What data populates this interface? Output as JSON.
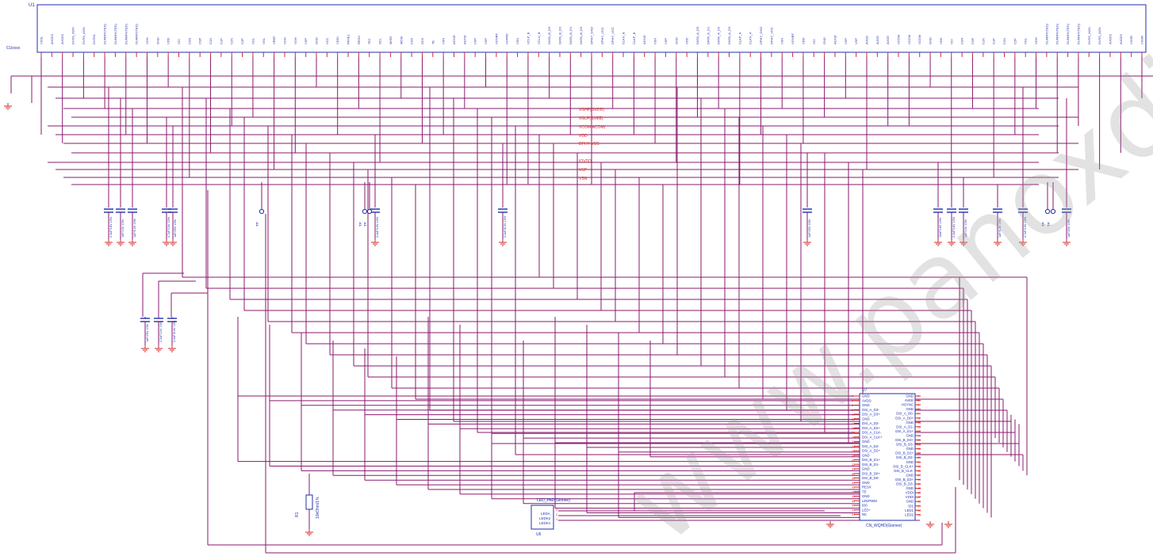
{
  "header_u1": {
    "ref": "U1",
    "part": "CUxxxx"
  },
  "u1_pins_left": [
    "VSSL",
    "AVDD2",
    "AVDD2",
    "DVSS_AON",
    "DVSS_AON",
    "DVSSL",
    "DUMMY(TED)",
    "DUMMY(TED)",
    "DUMMY(TED)",
    "DUMMY(TED)",
    "VGH",
    "GND",
    "VDD",
    "VCI",
    "CSN",
    "CSP",
    "C1N",
    "C1P",
    "C2N",
    "C2P",
    "VGL",
    "VGL",
    "VREF",
    "VGH",
    "VGH",
    "VSP",
    "GND",
    "VCC",
    "VDDI",
    "PANEL",
    "RESX",
    "TE2",
    "SCL",
    "MISO",
    "MOSI",
    "CSX",
    "DCX",
    "TE",
    "VSN",
    "AGND",
    "AGND",
    "VSP",
    "VSP",
    "VGNRF",
    "VGPRF"
  ],
  "u1_pins_mid": [
    "VSN",
    "VCLP_B",
    "VCLN_B",
    "DATA_B_D3",
    "DATA_B_D2",
    "DATA_B_D1",
    "DATA_B_D0",
    "DPHY_GND",
    "DPHY_VCC",
    "DPHY_VCC",
    "CLKN_B",
    "CLKP_B",
    "AGND",
    "VSN",
    "VSP",
    "GND",
    "VDD",
    "DATA_A_D0",
    "DATA_A_D1",
    "DATA_A_D2",
    "DATA_A_D3",
    "CLKP_A",
    "CLKN_A",
    "DPHY_GND",
    "DPHY_VCC",
    "VSN",
    "VGNRF",
    "VDD",
    "VCI",
    "GND"
  ],
  "u1_pins_right": [
    "AGND",
    "VSP",
    "VSP",
    "AVDD",
    "AVDD",
    "AVDD",
    "VCOM",
    "VCOM",
    "VCOM",
    "GND",
    "VDD",
    "VCI",
    "CSN",
    "CSP",
    "C1N",
    "C1P",
    "C2N",
    "C2P",
    "VGL",
    "VGH",
    "DUMMY(TEG)",
    "DUMMY(TEG)",
    "DUMMY(TEG)",
    "DUMMY(TEG)",
    "DVSS_AON",
    "DVSS_AON",
    "AVDD2",
    "AVDD2",
    "VSSR",
    "VSSR"
  ],
  "net_labels": [
    "VGHP(GVDD)",
    "VGLP(GVEE)",
    "VCOM(ACOM)",
    "VDD",
    "DPHY VCC",
    "IOVDD",
    "VSP",
    "VSN"
  ],
  "cap_values": [
    "2.2uF/16V 10%",
    "1uF/10V 10%",
    "1uF/6.3V 10%",
    "4.7uF/10V 10%",
    "1uF/25V 10%",
    "2.2uF/10V 10%",
    "2.2uF/6.3V 10%",
    "1uF/25V 10%",
    "10uF/16V 10%"
  ],
  "testpoint_label": "TP",
  "u7": {
    "ref": "U7",
    "part": "CN_WQHD(Gionee)",
    "left_pins": [
      "GND",
      "AVDD",
      "GND",
      "DSI_A_D3-",
      "DSI_A_D3+",
      "GND",
      "DSI_A_D2-",
      "DSI_A_D2+",
      "DSI_A_CLK-",
      "DSI_A_CLK+",
      "GND",
      "DSI_A_D2-",
      "DSI_A_D2+",
      "GND",
      "DSI_B_D1+",
      "DSI_B_D1-",
      "GND",
      "DSI_B_D0+",
      "DSI_B_D0-",
      "GND",
      "RESX",
      "TE",
      "GND",
      "LEDPWM",
      "ID0",
      "LED+",
      "NC"
    ],
    "left_nums": [
      "2",
      "4",
      "6",
      "8",
      "10",
      "12",
      "14",
      "16",
      "18",
      "20",
      "22",
      "24",
      "26",
      "28",
      "30",
      "32",
      "34",
      "36",
      "38",
      "40",
      "42",
      "44",
      "46",
      "48",
      "50",
      "52",
      "54"
    ],
    "right_pins": [
      "GND",
      "AVEE",
      "HSYNC",
      "GND",
      "DSI_A_D0-",
      "DSI_A_D0+",
      "GND",
      "DSI_A_D1-",
      "DSI_A_D1+",
      "GND",
      "DSI_B_D3+",
      "DSI_B_D3-",
      "GND",
      "DSI_B_D2+",
      "DSI_B_D2-",
      "GND",
      "DSI_B_CLK+",
      "DSI_B_CLK-",
      "GND",
      "DSI_B_D3+",
      "DSI_B_D3-",
      "GND",
      "VDDI",
      "VDDI",
      "GND",
      "ID1",
      "LED1",
      "LED2"
    ],
    "right_nums": [
      "1",
      "3",
      "5",
      "7",
      "9",
      "11",
      "13",
      "15",
      "17",
      "19",
      "21",
      "23",
      "25",
      "27",
      "29",
      "31",
      "33",
      "35",
      "37",
      "39",
      "41",
      "43",
      "45",
      "47",
      "49",
      "51",
      "53",
      "55"
    ]
  },
  "u6": {
    "ref": "U6",
    "part": "LED_PAD(Gionee)",
    "pins": [
      "LEDA",
      "LEDK2",
      "LEDK1"
    ],
    "pin_nums": [
      "3",
      "2",
      "1"
    ]
  },
  "r1": {
    "ref": "R1",
    "value": "10kOhm/1%"
  },
  "watermark": "www.panoxdisplay.com",
  "colors": {
    "wire": "#8a1a6e",
    "component": "#1f2fb0",
    "net_label": "#d42a2a",
    "pin_number": "#d42a2a",
    "ground": "#d42a2a",
    "watermark": "#9a9a9a"
  }
}
